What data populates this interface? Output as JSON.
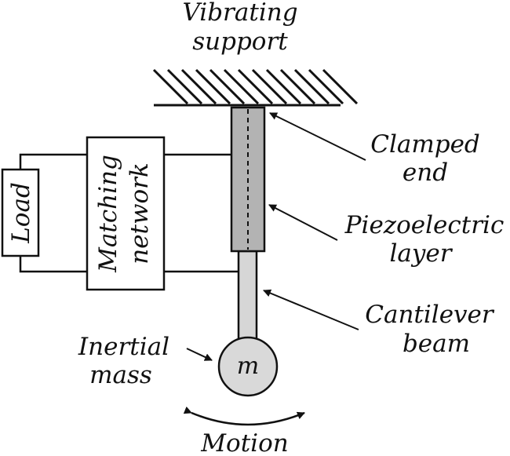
{
  "labels": {
    "support_line1": "Vibrating",
    "support_line2": "support",
    "clamped_line1": "Clamped",
    "clamped_line2": "end",
    "piezo_line1": "Piezoelectric",
    "piezo_line2": "layer",
    "beam_line1": "Cantilever",
    "beam_line2": "beam",
    "inertial_line1": "Inertial",
    "inertial_line2": "mass",
    "mass_symbol": "m",
    "motion": "Motion",
    "load": "Load",
    "matching_line1": "Matching",
    "matching_line2": "network"
  },
  "colors": {
    "stroke": "#111111",
    "piezo_fill": "#b3b3b3",
    "beam_fill": "#d6d6d6",
    "mass_fill": "#d9d9d9",
    "background": "#ffffff"
  }
}
